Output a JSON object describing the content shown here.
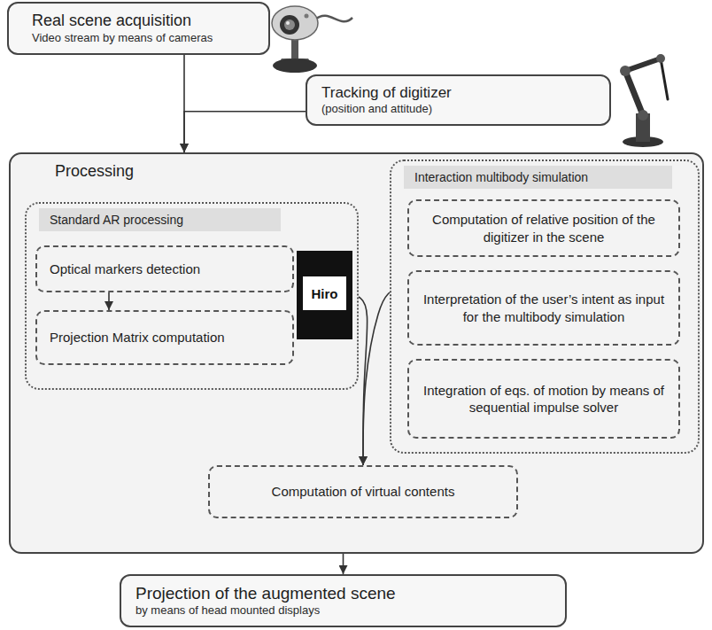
{
  "diagram": {
    "nodes": [
      {
        "text": [
          "Real scene acquisition",
          "Video stream by means of cameras"
        ]
      },
      {
        "text": [
          "Tracking of digitizer",
          "(position and attitude)"
        ]
      },
      {
        "text": [
          "Processing"
        ]
      },
      {
        "text": [
          "Standard AR processing"
        ],
        "in": 2
      },
      {
        "text": [
          "Optical markers detection"
        ],
        "in": 3
      },
      {
        "text": [
          "Projection Matrix computation"
        ],
        "in": 3
      },
      {
        "text": [
          "Interaction multibody simulation"
        ],
        "in": 2
      },
      {
        "text": [
          "Computation of relative position of the digitizer in the scene"
        ],
        "in": 6
      },
      {
        "text": [
          "Interpretation of the user’s intent as input for the multibody simulation"
        ],
        "in": 6
      },
      {
        "text": [
          "Integration of eqs. of motion by means of sequential impulse solver"
        ],
        "in": 6
      },
      {
        "text": [
          "Computation of virtual contents"
        ],
        "in": 2
      },
      {
        "text": [
          "Projection of the augmented scene",
          "by means of head mounted displays"
        ]
      }
    ],
    "edges": [
      {
        "from": 0,
        "to": 2,
        "arrow": "to"
      },
      {
        "from": 1,
        "to": 2,
        "arrow": "to"
      },
      {
        "from": 4,
        "to": 5,
        "arrow": "to"
      },
      {
        "from": 3,
        "to": 10,
        "arrow": "to"
      },
      {
        "from": 6,
        "to": 10,
        "arrow": "to"
      },
      {
        "from": 2,
        "to": 11,
        "arrow": "to"
      }
    ],
    "labels": [
      "Hiro"
    ]
  }
}
